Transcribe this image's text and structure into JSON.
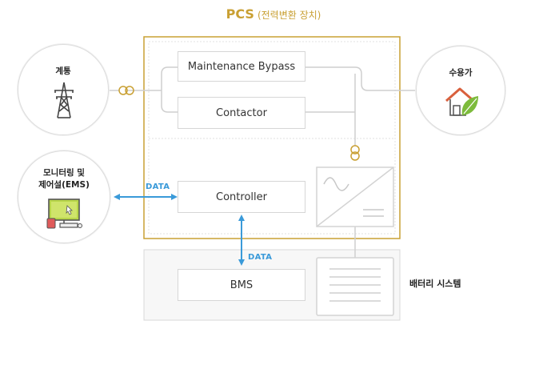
{
  "pcs": {
    "title": "PCS",
    "subtitle": "(전력변환 장치)"
  },
  "grid": {
    "label": "계통"
  },
  "consumer": {
    "label": "수용가"
  },
  "ems": {
    "label_line1": "모니터링 및",
    "label_line2": "제어설(EMS)"
  },
  "boxes": {
    "maintenance_bypass": "Maintenance Bypass",
    "contactor": "Contactor",
    "controller": "Controller",
    "bms": "BMS"
  },
  "links": {
    "data_left": "DATA",
    "data_down": "DATA"
  },
  "battery": {
    "label": "배터리 시스템"
  },
  "colors": {
    "pcs_border": "#c9a033",
    "data_arrow": "#3a9ad9",
    "line_gray": "#cfcfcf",
    "panel_bg": "#f7f7f7"
  },
  "icons": {
    "grid": "transmission-tower-icon",
    "consumer": "house-leaf-icon",
    "ems": "monitor-icon",
    "transformer": "transformer-icon",
    "inverter": "inverter-icon",
    "battery": "battery-rack-icon"
  }
}
